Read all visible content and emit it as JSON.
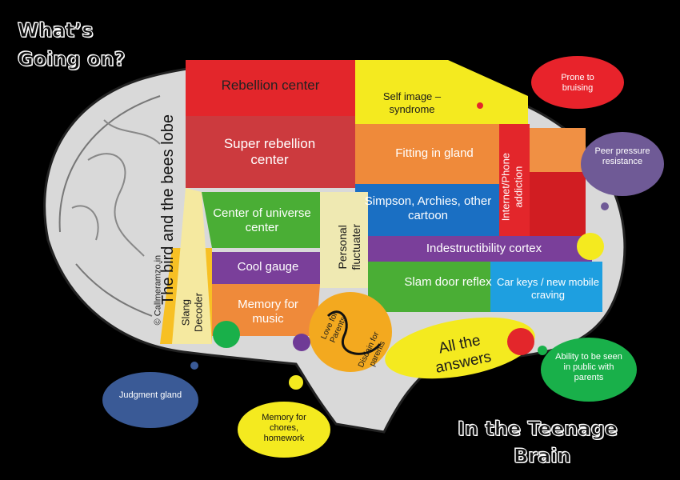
{
  "title": {
    "line1": "What’s",
    "line2": "Going on?"
  },
  "subtitle": {
    "line1": "In the Teenage",
    "line2": "Brain"
  },
  "credit": "© Callmeramzo.in",
  "regions": {
    "bird_bees": "The bird and the bees lobe",
    "rebellion": "Rebellion center",
    "super_rebellion": "Super rebellion center",
    "self_image": "Self image – syndrome",
    "fitting_in": "Fitting in gland",
    "internet": "Internet/Phone addiction",
    "simpson": "Simpson, Archies, other cartoon",
    "center_universe": "Center of universe center",
    "personal_fluctuater": "Personal fluctuater",
    "indestructibility": "Indestructibility cortex",
    "cool_gauge": "Cool gauge",
    "slam_door": "Slam door reflex",
    "car_keys": "Car keys / new mobile craving",
    "memory_music": "Memory for music",
    "slang_decoder": "Slang Decoder",
    "love_parents": "Love for Parents",
    "disdain_parents": "Disdain for parents",
    "all_answers": "All the answers"
  },
  "clouds": {
    "bruising": "Prone to bruising",
    "peer_pressure": "Peer pressure resistance",
    "judgment": "Judgment gland",
    "chores": "Memory for chores, homework",
    "public": "Ability to be seen in public with parents"
  },
  "colors": {
    "red": "#e3262b",
    "yellow": "#f4ea1f",
    "orange": "#ef8a3a",
    "blue": "#1a6fc3",
    "purple": "#7a3f9a",
    "green": "#4aae35",
    "sky": "#1e9fe0",
    "darkred": "#d11d22",
    "cloud_red": "#e8232b",
    "cloud_purple": "#6f5a96",
    "cloud_blue": "#3a5a96",
    "cloud_green": "#19b04a"
  }
}
